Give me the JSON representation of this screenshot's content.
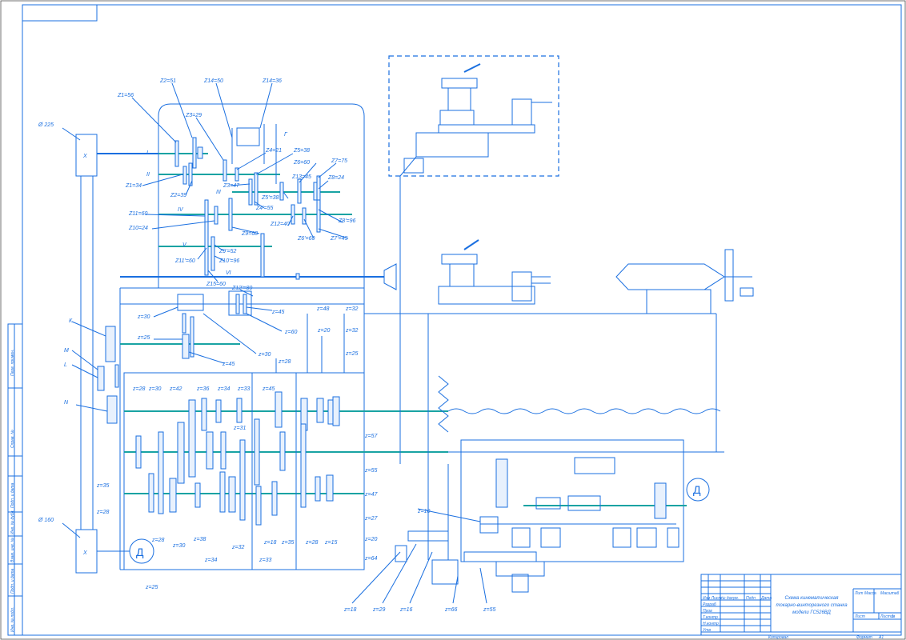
{
  "title_block": {
    "title_line1": "Схема кинематическая",
    "title_line2": "токарно-винторезного станка",
    "title_line3": "модели ГС526ВД",
    "col_lit": "Лит",
    "col_mass": "Масса",
    "col_scale": "Масштаб",
    "sheet": "Лист",
    "sheets": "Листов",
    "sheets_count": "1",
    "row_change": "Изм Лист",
    "row_doc": "№ докум.",
    "row_sign": "Подп",
    "row_date": "Дата",
    "row_dev": "Разраб",
    "row_check": "Пров",
    "row_tcontr": "Т.контр",
    "row_ncontr": "Н.контр",
    "row_approved": "Утв",
    "copied": "Копировал",
    "format": "Формат",
    "format_value": "А1"
  },
  "side_stamp": {
    "perv_primen": "Перв. примен.",
    "sprav_no": "Справ. №",
    "podp_data1": "Подп. и дата",
    "inv_dubl": "Инв. № дубл.",
    "vzam_inv": "Взам. инв. №",
    "podp_data2": "Подп. и дата",
    "inv_podl": "Инв. № подл."
  },
  "shafts": {
    "s1": "I",
    "s2": "II",
    "s3": "III",
    "s4": "IV",
    "s5": "V",
    "s6": "VI",
    "g": "Г",
    "k": "К",
    "m": "М",
    "l": "L",
    "n": "N",
    "motor": "Д",
    "pulley_top": "Ø 225",
    "pulley_bottom": "Ø 160"
  },
  "gear_labels": {
    "z1_56": "Z1=56",
    "z2_51": "Z2=51",
    "z14_50": "Z14=50",
    "z14_36": "Z14=36",
    "z3_29": "Z3=29",
    "z4_21": "Z4=21",
    "z5_38": "Z5=38",
    "z6_60": "Z6=60",
    "z7_75": "Z7=75",
    "z13_45": "Z13=45",
    "z8_24": "Z8=24",
    "z1_34": "Z1=34",
    "z2_39": "Z2=39",
    "z3_47": "Z3=47",
    "z5b_38": "Z5'=38",
    "z4_55": "Z4'=55",
    "z11_60": "Z11=60",
    "z10_24": "Z10=24",
    "z9_68": "Z9=68",
    "z12_40": "Z12=40",
    "z8_96": "Z8'=96",
    "z6b_60": "Z6'=60",
    "z7b_45": "Z7'=45",
    "z11b_60": "Z11'=60",
    "z9_52": "Z9'=52",
    "z10_96": "Z10'=96",
    "z15_60": "Z15=60",
    "z12_80": "Z12'=80",
    "a_z30": "z=30",
    "a_z25": "z=25",
    "a_z45": "z=45",
    "a_z60": "z=60",
    "a_z30b": "z=30",
    "a_z45b": "z=45",
    "a_z48": "z=48",
    "a_z32": "z=32",
    "a_z20": "z=20",
    "a_z32b": "z=32",
    "a_z28": "z=28",
    "a_z25b": "z=25",
    "b_z28": "z=28",
    "b_z30": "z=30",
    "b_z42": "z=42",
    "b_z36": "z=36",
    "b_z34": "z=34",
    "b_z33": "z=33",
    "b_z45": "z=45",
    "b_z31": "z=31",
    "b_z57": "z=57",
    "b_z55": "z=55",
    "b_z47": "z=47",
    "b_z27": "z=27",
    "b_z20": "z=20",
    "b_z64": "z=64",
    "b_z35": "z=35",
    "b_z28b": "z=28",
    "b_z28c": "z=28",
    "b_z30b": "z=30",
    "b_z38": "z=38",
    "b_z32": "z=32",
    "b_z34b": "z=34",
    "b_z33b": "z=33",
    "b_z18": "z=18",
    "b_z35b": "z=35",
    "b_z28d": "z=28",
    "b_z15": "z=15",
    "b_z25": "z=25",
    "c_z10": "z=10",
    "c_z18": "z=18",
    "c_z29": "z=29",
    "c_z16": "z=16",
    "c_z66": "z=66",
    "c_z55": "z=55"
  }
}
